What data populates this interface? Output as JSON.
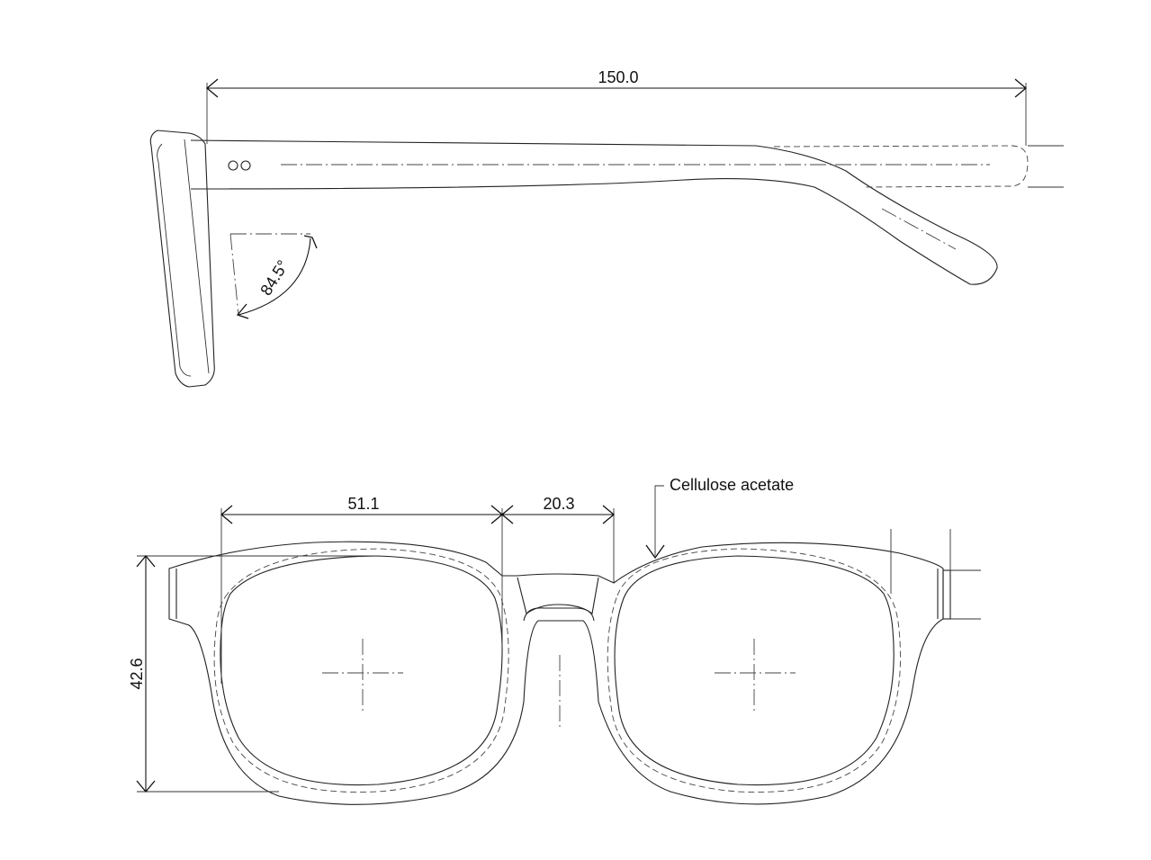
{
  "side_view": {
    "temple_length_label": "150.0",
    "angle_label": "84.5°"
  },
  "front_view": {
    "lens_width_label": "51.1",
    "bridge_width_label": "20.3",
    "lens_height_label": "42.6",
    "material_label": "Cellulose acetate"
  }
}
